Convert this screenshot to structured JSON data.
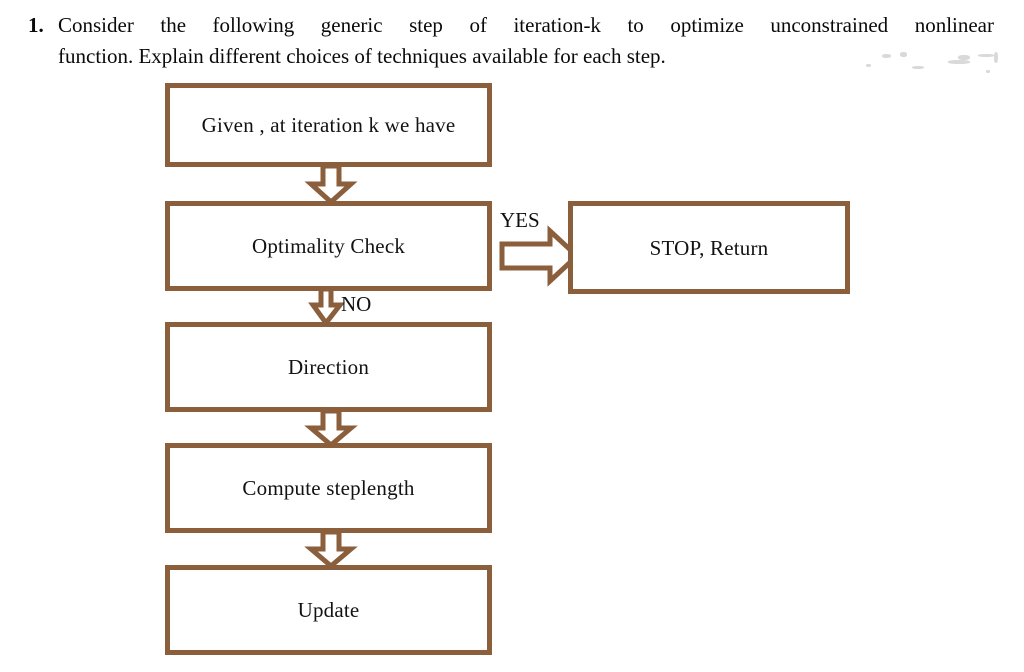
{
  "question": {
    "number": "1.",
    "line1": "Consider the following generic step of iteration-k to optimize unconstrained nonlinear",
    "line2": "function. Explain different choices of techniques available for each step."
  },
  "flowchart": {
    "title": "generic iteration step flowchart",
    "colors": {
      "border": "#8b5e3c",
      "box_fill": "#ffffff",
      "text": "#121212",
      "page_background": "#ffffff"
    },
    "nodes": [
      {
        "id": "given",
        "label": "Given , at iteration k we have"
      },
      {
        "id": "optimality",
        "label": "Optimality Check"
      },
      {
        "id": "stop",
        "label": "STOP, Return"
      },
      {
        "id": "direction",
        "label": "Direction"
      },
      {
        "id": "steplength",
        "label": "Compute steplength"
      },
      {
        "id": "update",
        "label": "Update"
      }
    ],
    "edges": [
      {
        "id": "given-to-optimality",
        "label": "",
        "direction": "down"
      },
      {
        "id": "optimality-to-stop",
        "label": "YES",
        "direction": "right"
      },
      {
        "id": "optimality-to-direction",
        "label": "NO",
        "direction": "down"
      },
      {
        "id": "direction-to-steplength",
        "label": "",
        "direction": "down"
      },
      {
        "id": "steplength-to-update",
        "label": "",
        "direction": "down"
      }
    ]
  }
}
